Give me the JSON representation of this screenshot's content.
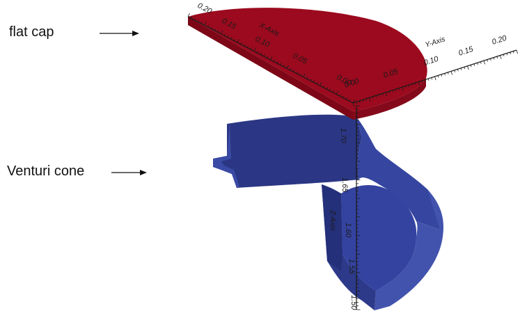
{
  "labels": {
    "flat_cap": "flat cap",
    "venturi_cone": "Venturi cone"
  },
  "colors": {
    "cap_top": "#9b0a1e",
    "cap_side": "#7d0716",
    "cone_inner": "#2b3784",
    "cone_outer": "#3f4ea8",
    "cone_face": "#33409a",
    "axis": "#1a1a1a"
  },
  "axes": {
    "x": {
      "title": "X-Axis",
      "ticks": [
        "0.20",
        "0.15",
        "0.10",
        "0.05",
        "0.00"
      ]
    },
    "y": {
      "title": "Y-Axis",
      "ticks": [
        "0.00",
        "0.05",
        "0.10",
        "0.15",
        "0.20"
      ]
    },
    "z": {
      "title": "Z-Axis",
      "ticks": [
        "1.70",
        "1.65",
        "1.60",
        "1.55",
        "1.50"
      ]
    }
  }
}
